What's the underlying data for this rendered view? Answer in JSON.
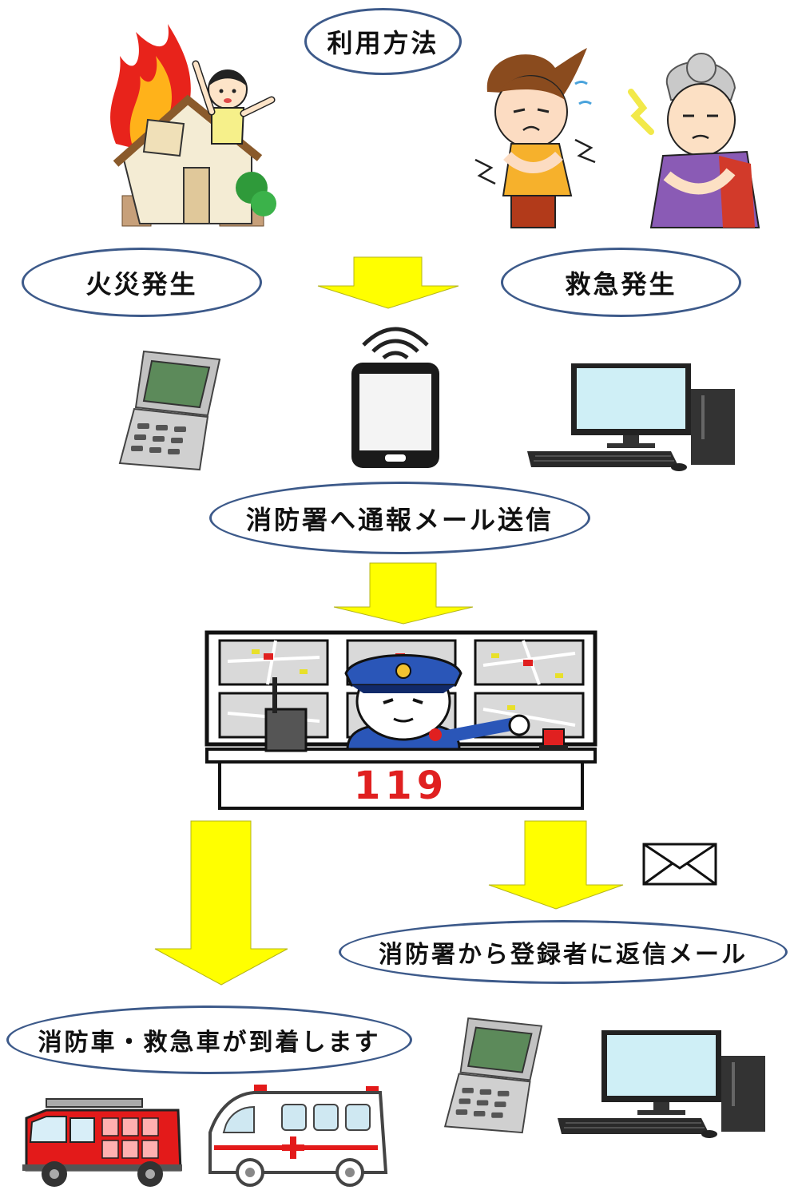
{
  "labels": {
    "title": "利用方法",
    "fire": "火災発生",
    "emergency": "救急発生",
    "send": "消防署へ通報メール送信",
    "reply": "消防署から登録者に返信メール",
    "arrive": "消防車・救急車が到着します"
  },
  "console_number": "119",
  "colors": {
    "arrow": "#ffff00",
    "oval_border": "#3d5a8a"
  },
  "icons": [
    "house-fire-icon",
    "sick-woman-icon",
    "sick-elderly-woman-icon",
    "flip-phone-icon",
    "smartphone-icon",
    "desktop-pc-icon",
    "dispatcher-console-icon",
    "envelope-icon",
    "fire-truck-icon",
    "ambulance-icon"
  ]
}
